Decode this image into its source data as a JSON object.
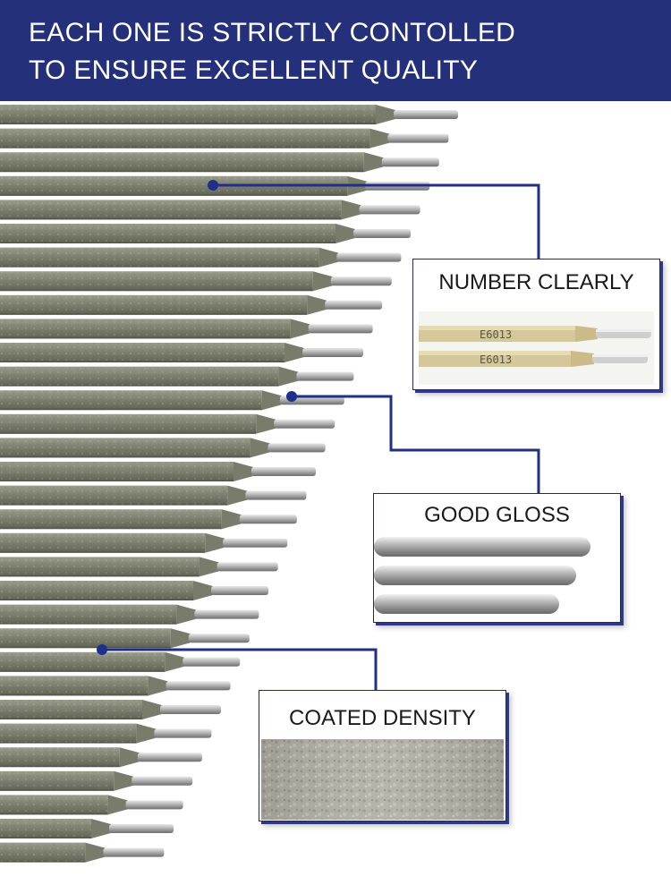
{
  "header": {
    "line1": "EACH ONE IS STRICTLY CONTOLLED",
    "line2": "TO ENSURE EXCELLENT QUALITY"
  },
  "product": {
    "rod_marking": "E6013"
  },
  "callouts": {
    "number": {
      "title": "NUMBER CLEARLY"
    },
    "gloss": {
      "title": "GOOD GLOSS"
    },
    "density": {
      "title": "COATED DENSITY"
    }
  },
  "colors": {
    "header_bg": "#24307a",
    "connector": "#1f2f8a",
    "coating": "#7b7e6c",
    "rod_core": "#a9a9a9"
  }
}
